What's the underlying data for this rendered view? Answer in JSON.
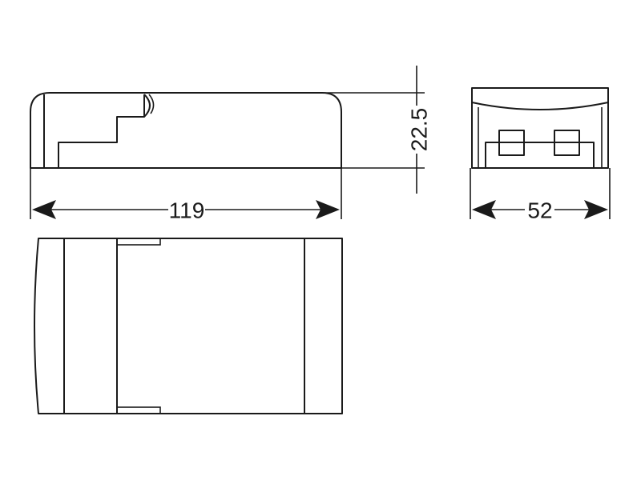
{
  "dimensions": {
    "length": "119",
    "height": "22.5",
    "width": "52"
  },
  "colors": {
    "line": "#1a1a1a",
    "background": "#ffffff"
  }
}
